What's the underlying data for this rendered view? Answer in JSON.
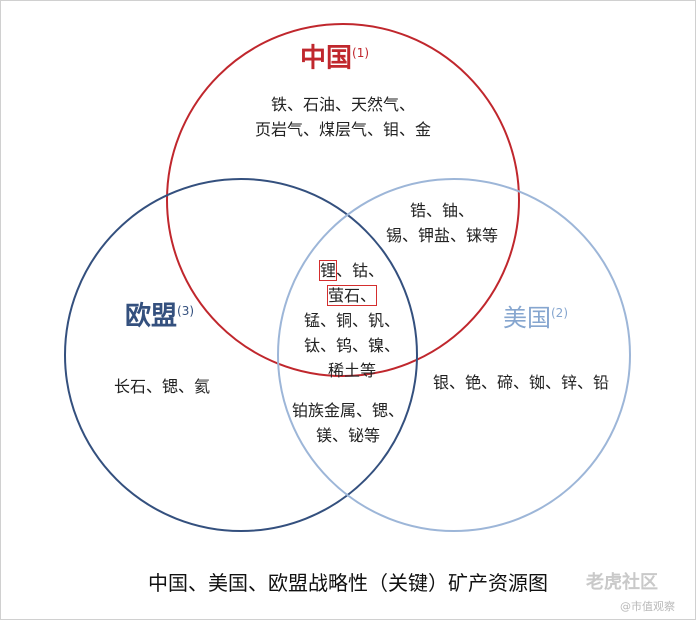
{
  "sets": {
    "china": {
      "name": "中国",
      "note": "(1)",
      "color": "#c0272d"
    },
    "usa": {
      "name": "美国",
      "note": "(2)",
      "color": "#86a6cf"
    },
    "eu": {
      "name": "欧盟",
      "note": "(3)",
      "color": "#34507e"
    }
  },
  "regions": {
    "china_only": [
      "铁、石油、天然气、",
      "页岩气、煤层气、钼、金"
    ],
    "china_usa": [
      "锆、铀、",
      "锡、钾盐、铼等"
    ],
    "center": {
      "line1_boxed": "锂",
      "line1_rest": "、钴、",
      "line2_boxed": "萤石、",
      "lines": [
        "锰、铜、钒、",
        "钛、钨、镍、",
        "稀土等"
      ]
    },
    "eu_only": [
      "长石、锶、氦"
    ],
    "usa_only": [
      "银、铯、碲、铷、锌、铅"
    ],
    "eu_usa": [
      "铂族金属、锶、",
      "镁、铋等"
    ]
  },
  "caption": "中国、美国、欧盟战略性（关键）矿产资源图",
  "watermark": {
    "main": "老虎社区",
    "sub": "@市值观察"
  }
}
